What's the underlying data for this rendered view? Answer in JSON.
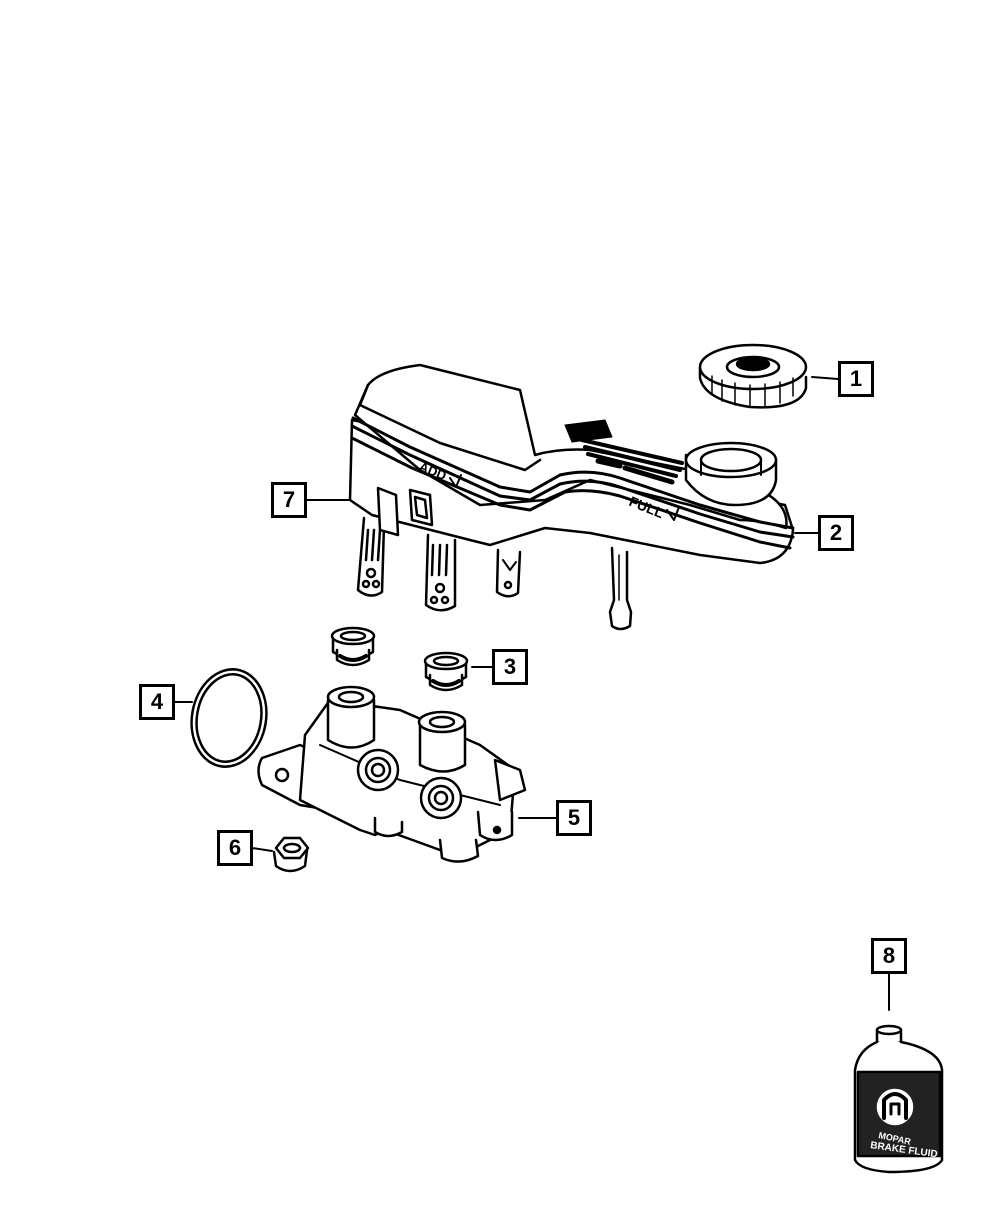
{
  "diagram": {
    "callouts": [
      {
        "id": "1",
        "label": "1",
        "part": "reservoir-cap"
      },
      {
        "id": "2",
        "label": "2",
        "part": "brake-fluid-reservoir"
      },
      {
        "id": "3",
        "label": "3",
        "part": "reservoir-grommet"
      },
      {
        "id": "4",
        "label": "4",
        "part": "o-ring-seal"
      },
      {
        "id": "5",
        "label": "5",
        "part": "master-cylinder"
      },
      {
        "id": "6",
        "label": "6",
        "part": "flange-nut"
      },
      {
        "id": "7",
        "label": "7",
        "part": "reservoir-wiring-connector"
      },
      {
        "id": "8",
        "label": "8",
        "part": "brake-fluid-bottle"
      }
    ],
    "reservoir_markings": {
      "full": "FULL",
      "add": "ADD"
    },
    "bottle_label": {
      "brand": "MOPAR",
      "product": "BRAKE FLUID"
    }
  }
}
